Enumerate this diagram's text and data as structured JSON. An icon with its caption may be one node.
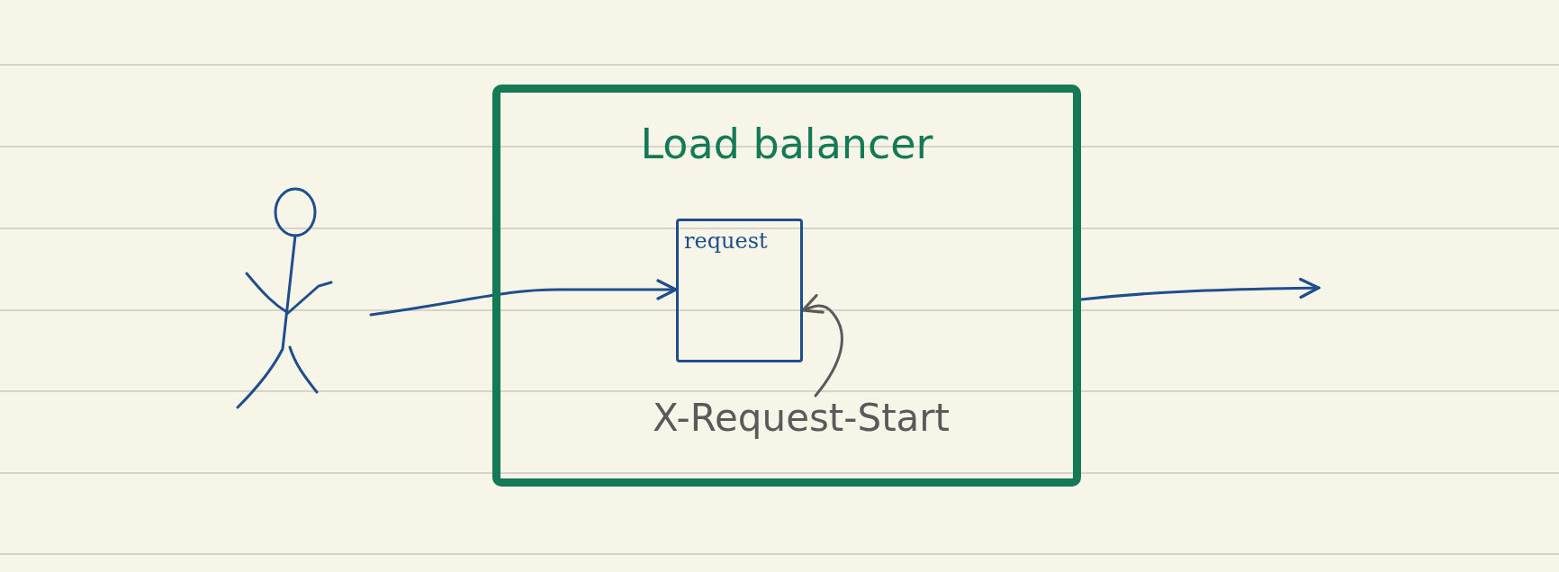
{
  "diagram": {
    "nodes": [
      {
        "text": [
          "Load balancer"
        ]
      },
      {
        "text": [
          "request"
        ],
        "in": 0
      },
      {
        "text": [],
        "shape": "person"
      },
      {
        "text": [
          "X-Request-Start"
        ],
        "in": 0
      }
    ],
    "edges": [
      {
        "from": 2,
        "to": 1,
        "arrow": "to"
      },
      {
        "from": 3,
        "to": 1,
        "arrow": "to",
        "color": "#5a5a5a"
      },
      {
        "from": 0,
        "to": null,
        "arrow": "to"
      }
    ]
  }
}
